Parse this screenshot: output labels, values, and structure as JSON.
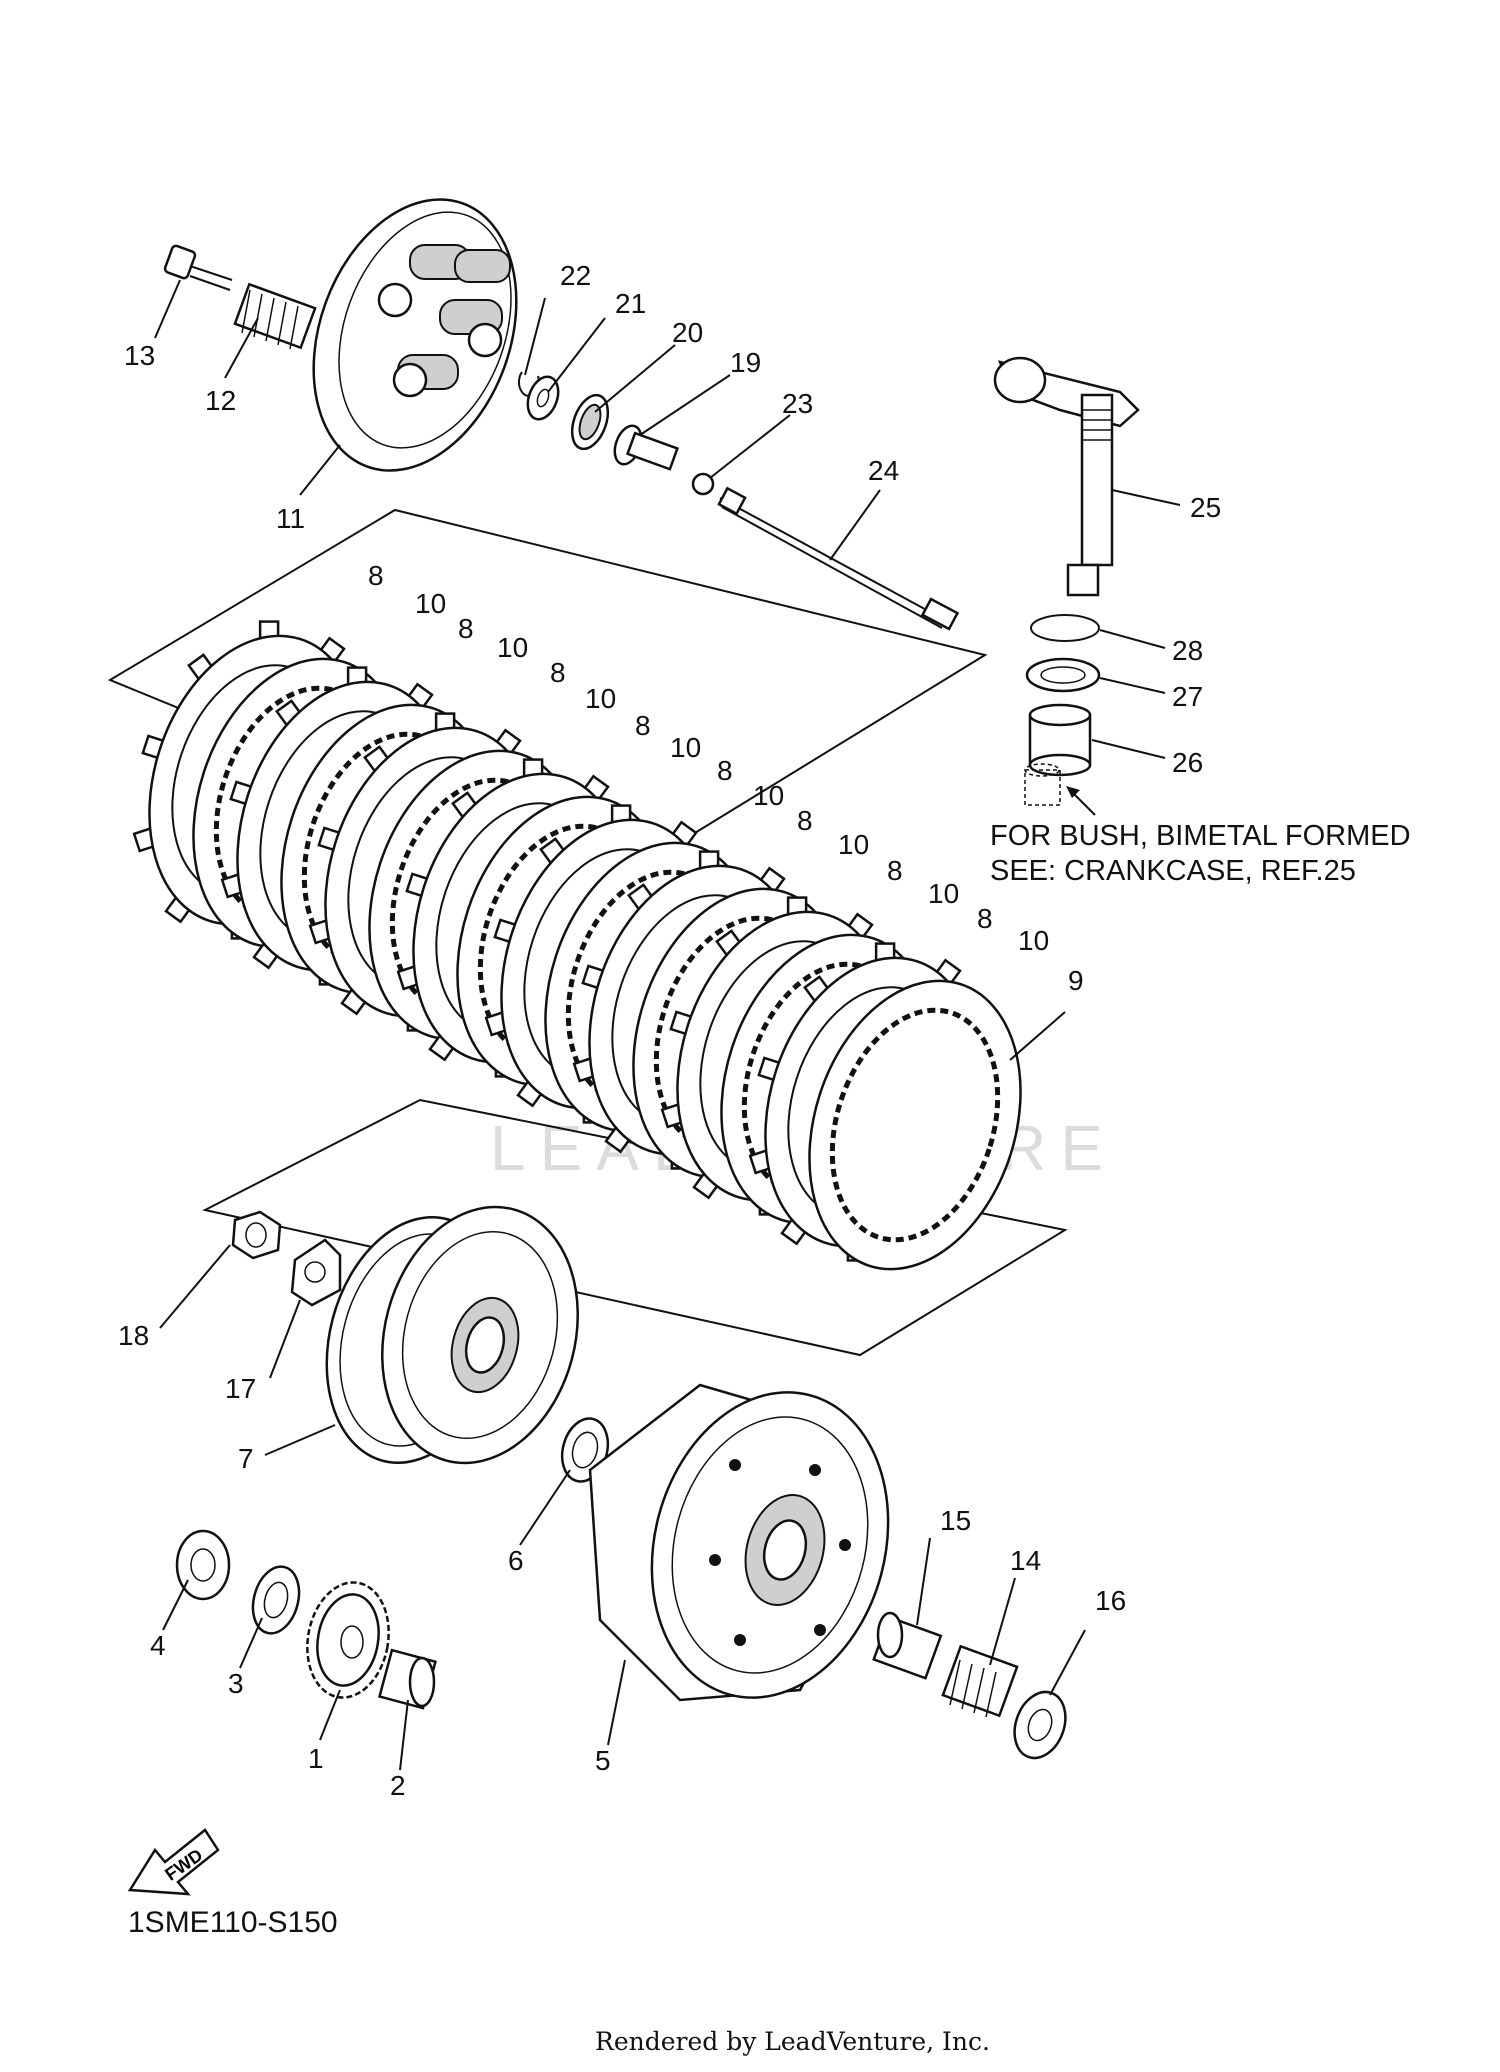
{
  "watermark": "LEADVENTURE",
  "note": {
    "line1": "FOR BUSH, BIMETAL FORMED",
    "line2": "SEE: CRANKCASE, REF.25"
  },
  "fwd_label": "FWD",
  "diagram_code": "1SME110-S150",
  "footer": "Rendered by LeadVenture, Inc.",
  "callouts": {
    "p1": "1",
    "p2": "2",
    "p3": "3",
    "p4": "4",
    "p5": "5",
    "p6": "6",
    "p7": "7",
    "p8a": "8",
    "p8b": "8",
    "p8c": "8",
    "p8d": "8",
    "p8e": "8",
    "p8f": "8",
    "p8g": "8",
    "p8h": "8",
    "p9": "9",
    "p10a": "10",
    "p10b": "10",
    "p10c": "10",
    "p10d": "10",
    "p10e": "10",
    "p10f": "10",
    "p10g": "10",
    "p11": "11",
    "p12": "12",
    "p13": "13",
    "p14": "14",
    "p15": "15",
    "p16": "16",
    "p17": "17",
    "p18": "18",
    "p19": "19",
    "p20": "20",
    "p21": "21",
    "p22": "22",
    "p23": "23",
    "p24": "24",
    "p25": "25",
    "p26": "26",
    "p27": "27",
    "p28": "28"
  }
}
